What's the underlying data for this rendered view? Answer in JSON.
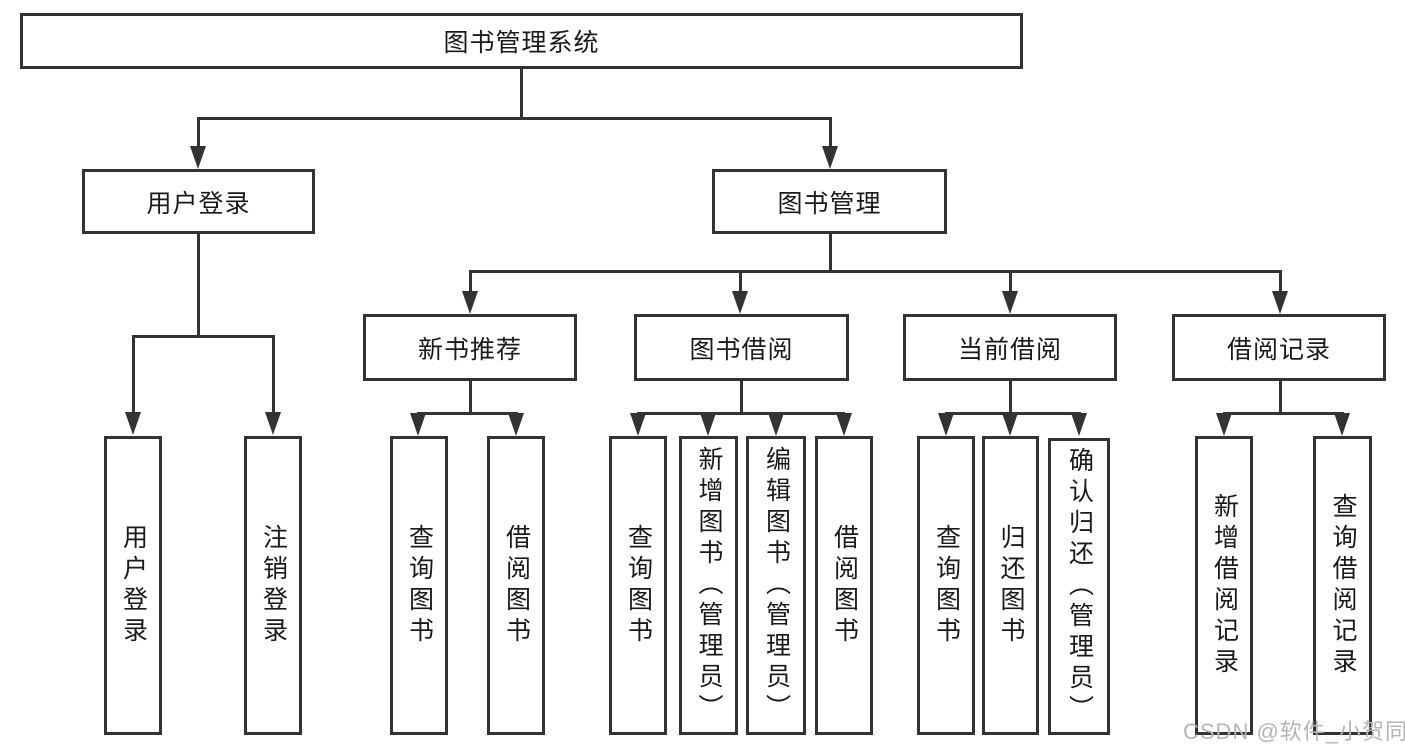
{
  "tree": {
    "root": {
      "label": "图书管理系统"
    },
    "level2": [
      {
        "label": "用户登录"
      },
      {
        "label": "图书管理"
      }
    ],
    "level3": [
      {
        "label": "新书推荐",
        "parent": "图书管理"
      },
      {
        "label": "图书借阅",
        "parent": "图书管理"
      },
      {
        "label": "当前借阅",
        "parent": "图书管理"
      },
      {
        "label": "借阅记录",
        "parent": "图书管理"
      }
    ],
    "leaves": [
      {
        "label": "用户登录",
        "parent": "用户登录"
      },
      {
        "label": "注销登录",
        "parent": "用户登录"
      },
      {
        "label": "查询图书",
        "parent": "新书推荐"
      },
      {
        "label": "借阅图书",
        "parent": "新书推荐"
      },
      {
        "label": "查询图书",
        "parent": "图书借阅"
      },
      {
        "label": "新增图书（管理员）",
        "parent": "图书借阅"
      },
      {
        "label": "编辑图书（管理员）",
        "parent": "图书借阅"
      },
      {
        "label": "借阅图书",
        "parent": "图书借阅"
      },
      {
        "label": "查询图书",
        "parent": "当前借阅"
      },
      {
        "label": "归还图书",
        "parent": "当前借阅"
      },
      {
        "label": "确认归还（管理员）",
        "parent": "当前借阅"
      },
      {
        "label": "新增借阅记录",
        "parent": "借阅记录"
      },
      {
        "label": "查询借阅记录",
        "parent": "借阅记录"
      }
    ]
  },
  "watermark": {
    "text": "CSDN @软件_小贺同学"
  },
  "colors": {
    "line": "#333333",
    "box_fill": "#ffffff",
    "text": "#1a1a1a",
    "watermark": "#b5b5b5",
    "background": "#ffffff"
  }
}
